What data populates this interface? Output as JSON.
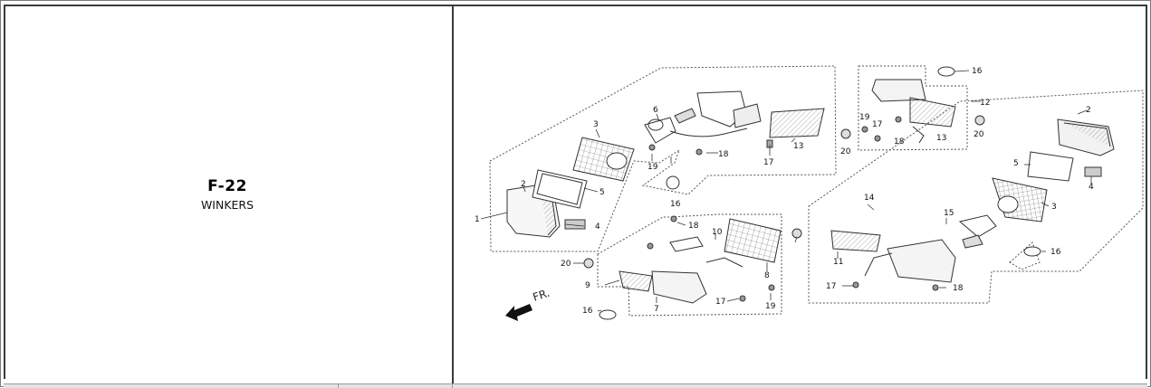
{
  "section": {
    "code": "F-22",
    "name": "WINKERS"
  },
  "diagram": {
    "direction_label": "FR.",
    "part_numbers": [
      "1",
      "2",
      "2",
      "3",
      "3",
      "4",
      "4",
      "5",
      "5",
      "6",
      "7",
      "8",
      "9",
      "10",
      "11",
      "12",
      "13",
      "13",
      "14",
      "15",
      "16",
      "16",
      "16",
      "16",
      "17",
      "17",
      "17",
      "17",
      "18",
      "18",
      "18",
      "18",
      "19",
      "19",
      "19",
      "20",
      "20",
      "20"
    ]
  }
}
